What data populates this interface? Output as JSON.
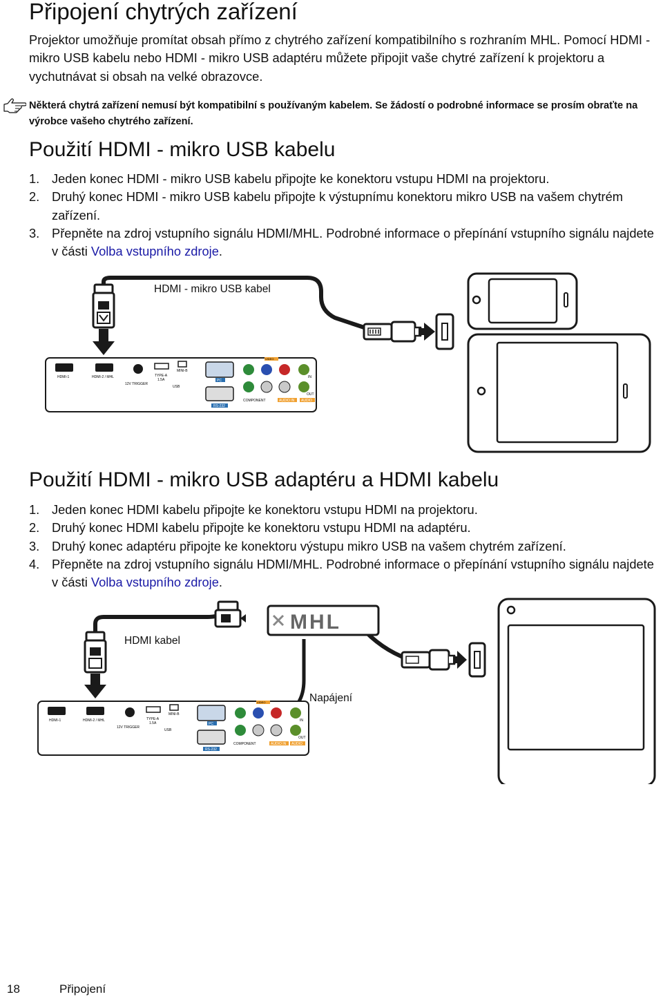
{
  "page_title": "Připojení chytrých zařízení",
  "intro": "Projektor umožňuje promítat obsah přímo z chytrého zařízení kompatibilního s rozhraním MHL. Pomocí HDMI - mikro USB kabelu nebo HDMI - mikro USB adaptéru můžete připojit vaše chytré zařízení k projektoru a vychutnávat si obsah na velké obrazovce.",
  "note": "Některá chytrá zařízení nemusí být kompatibilní s používaným kabelem. Se žádostí o podrobné informace se prosím obraťte na výrobce vašeho chytrého zařízení.",
  "note_icon": "pointing-hand-icon",
  "section1": {
    "title": "Použití HDMI - mikro USB kabelu",
    "steps": [
      {
        "num": "1.",
        "text": "Jeden konec HDMI - mikro USB kabelu připojte ke konektoru vstupu HDMI na projektoru."
      },
      {
        "num": "2.",
        "text": "Druhý konec HDMI - mikro USB kabelu připojte k výstupnímu konektoru mikro USB na vašem chytrém zařízení."
      },
      {
        "num": "3.",
        "text_before": "Přepněte na zdroj vstupního signálu HDMI/MHL. Podrobné informace o přepínání vstupního signálu najdete v části ",
        "link": "Volba vstupního zdroje",
        "text_after": "."
      }
    ],
    "cable_label": "HDMI - mikro USB kabel"
  },
  "section2": {
    "title": "Použití HDMI - mikro USB adaptéru a HDMI kabelu",
    "steps": [
      {
        "num": "1.",
        "text": "Jeden konec HDMI kabelu připojte ke konektoru vstupu HDMI na projektoru."
      },
      {
        "num": "2.",
        "text": "Druhý konec HDMI kabelu připojte ke konektoru vstupu HDMI na adaptéru."
      },
      {
        "num": "3.",
        "text": "Druhý konec adaptéru připojte ke konektoru výstupu mikro USB na vašem chytrém zařízení."
      },
      {
        "num": "4.",
        "text_before": "Přepněte na zdroj vstupního signálu HDMI/MHL. Podrobné informace o přepínání vstupního signálu najdete v části ",
        "link": "Volba vstupního zdroje",
        "text_after": "."
      }
    ],
    "cable_label": "HDMI kabel",
    "power_label": "Napájení",
    "adapter_logo": "MHL"
  },
  "panel_labels": {
    "hdmi1": "HDMI-1",
    "hdmi2": "HDMI-2 / MHL",
    "trigger": "12V TRIGGER",
    "typea": "TYPE-A",
    "typea_current": "1.5A",
    "minib": "MINI-B",
    "usb": "USB",
    "pc": "PC",
    "rs232": "RS-232",
    "video": "VIDEO",
    "component": "COMPONENT",
    "audio_in": "AUDIO IN",
    "audio": "AUDIO",
    "in": "IN",
    "out": "OUT"
  },
  "footer": {
    "page_number": "18",
    "section": "Připojení"
  }
}
